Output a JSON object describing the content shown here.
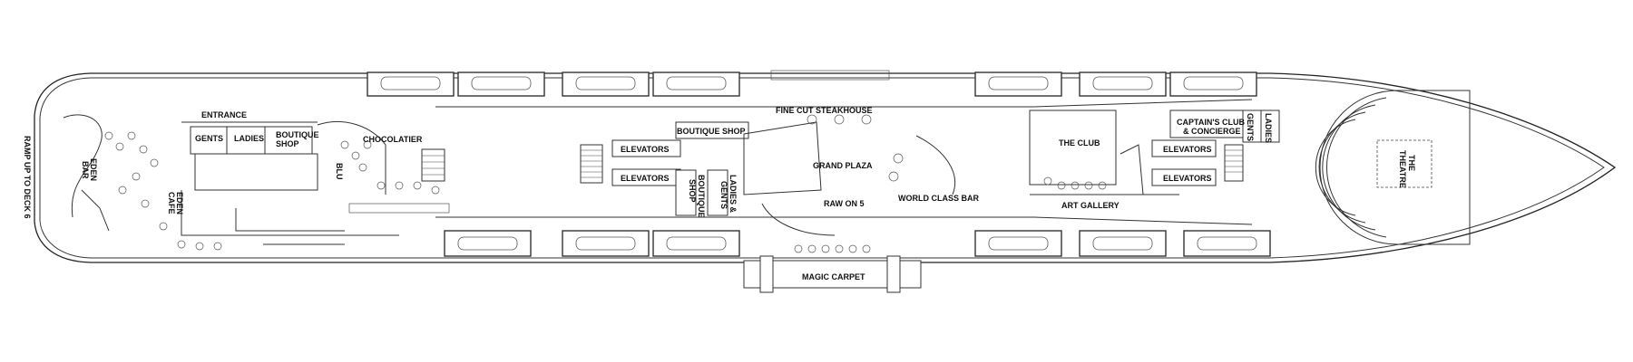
{
  "deck_labels": {
    "ramp": "RAMP UP TO DECK 6",
    "entrance": "ENTRANCE",
    "gents_fwd": "GENTS",
    "ladies_fwd": "LADIES",
    "boutique_shop_fwd_1": "BOUTIQUE",
    "boutique_shop_fwd_2": "SHOP",
    "chocolatier": "CHOCOLATIER",
    "eden_bar_1": "EDEN",
    "eden_bar_2": "BAR",
    "eden_cafe_1": "EDEN",
    "eden_cafe_2": "CAFE",
    "blu": "BLU",
    "elevators_mid_1": "ELEVATORS",
    "elevators_mid_2": "ELEVATORS",
    "boutique_shop_mid": "BOUTIQUE SHOP",
    "boutique_shop_vert_1": "BOUTIQUE",
    "boutique_shop_vert_2": "SHOP",
    "ladies_gents_1": "LADIES &",
    "ladies_gents_2": "GENTS",
    "fine_cut": "FINE CUT STEAKHOUSE",
    "grand_plaza": "GRAND PLAZA",
    "raw_on_5": "RAW ON 5",
    "world_class_bar": "WORLD CLASS BAR",
    "magic_carpet": "MAGIC CARPET",
    "the_club": "THE CLUB",
    "art_gallery": "ART GALLERY",
    "elevators_aft_1": "ELEVATORS",
    "elevators_aft_2": "ELEVATORS",
    "captains_club_1": "CAPTAIN'S CLUB",
    "captains_club_2": "& CONCIERGE",
    "gents_aft": "GENTS",
    "ladies_aft": "LADIES",
    "the_theatre_1": "THE",
    "the_theatre_2": "THEATRE"
  }
}
